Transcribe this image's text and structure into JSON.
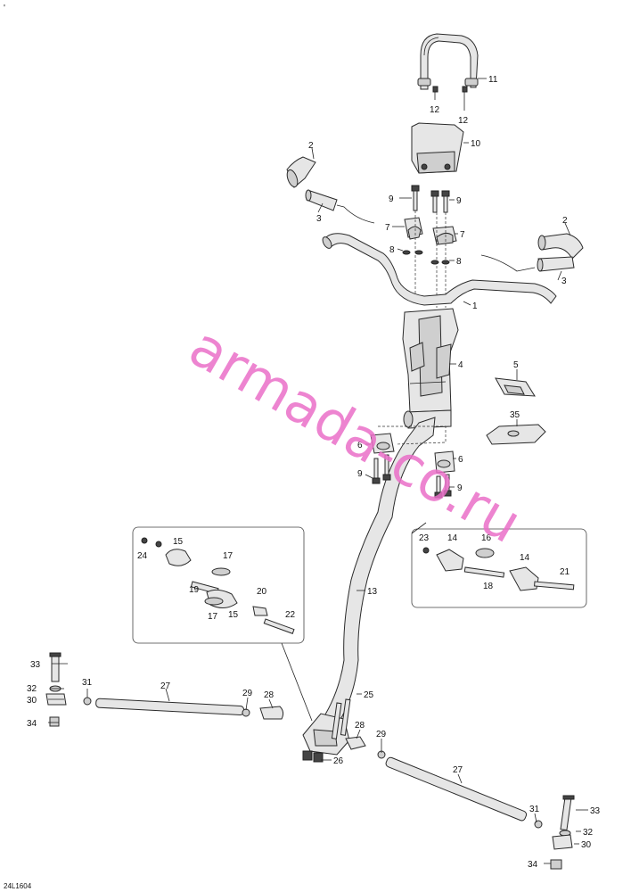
{
  "diagram_code": "24L1604",
  "watermark": "armada-co.ru",
  "corner_mark": "'",
  "callouts": [
    {
      "id": "c-11a",
      "text": "11"
    },
    {
      "id": "c-12a",
      "text": "12"
    },
    {
      "id": "c-12b",
      "text": "12"
    },
    {
      "id": "c-10",
      "text": "10"
    },
    {
      "id": "c-2a",
      "text": "2"
    },
    {
      "id": "c-3a",
      "text": "3"
    },
    {
      "id": "c-9a",
      "text": "9"
    },
    {
      "id": "c-9b",
      "text": "9"
    },
    {
      "id": "c-7a",
      "text": "7"
    },
    {
      "id": "c-7b",
      "text": "7"
    },
    {
      "id": "c-8a",
      "text": "8"
    },
    {
      "id": "c-8b",
      "text": "8"
    },
    {
      "id": "c-2b",
      "text": "2"
    },
    {
      "id": "c-3b",
      "text": "3"
    },
    {
      "id": "c-1",
      "text": "1"
    },
    {
      "id": "c-4",
      "text": "4"
    },
    {
      "id": "c-5",
      "text": "5"
    },
    {
      "id": "c-35",
      "text": "35"
    },
    {
      "id": "c-6a",
      "text": "6"
    },
    {
      "id": "c-6b",
      "text": "6"
    },
    {
      "id": "c-9c",
      "text": "9"
    },
    {
      "id": "c-9d",
      "text": "9"
    },
    {
      "id": "c-15a",
      "text": "15"
    },
    {
      "id": "c-24",
      "text": "24"
    },
    {
      "id": "c-17a",
      "text": "17"
    },
    {
      "id": "c-19",
      "text": "19"
    },
    {
      "id": "c-20",
      "text": "20"
    },
    {
      "id": "c-17b",
      "text": "17"
    },
    {
      "id": "c-15b",
      "text": "15"
    },
    {
      "id": "c-22",
      "text": "22"
    },
    {
      "id": "c-23",
      "text": "23"
    },
    {
      "id": "c-14a",
      "text": "14"
    },
    {
      "id": "c-16",
      "text": "16"
    },
    {
      "id": "c-14b",
      "text": "14"
    },
    {
      "id": "c-21",
      "text": "21"
    },
    {
      "id": "c-18",
      "text": "18"
    },
    {
      "id": "c-13",
      "text": "13"
    },
    {
      "id": "c-33a",
      "text": "33"
    },
    {
      "id": "c-32a",
      "text": "32"
    },
    {
      "id": "c-30a",
      "text": "30"
    },
    {
      "id": "c-34a",
      "text": "34"
    },
    {
      "id": "c-31a",
      "text": "31"
    },
    {
      "id": "c-27a",
      "text": "27"
    },
    {
      "id": "c-29a",
      "text": "29"
    },
    {
      "id": "c-28a",
      "text": "28"
    },
    {
      "id": "c-25",
      "text": "25"
    },
    {
      "id": "c-28b",
      "text": "28"
    },
    {
      "id": "c-29b",
      "text": "29"
    },
    {
      "id": "c-26",
      "text": "26"
    },
    {
      "id": "c-27b",
      "text": "27"
    },
    {
      "id": "c-31b",
      "text": "31"
    },
    {
      "id": "c-33b",
      "text": "33"
    },
    {
      "id": "c-32b",
      "text": "32"
    },
    {
      "id": "c-30b",
      "text": "30"
    },
    {
      "id": "c-34b",
      "text": "34"
    }
  ]
}
